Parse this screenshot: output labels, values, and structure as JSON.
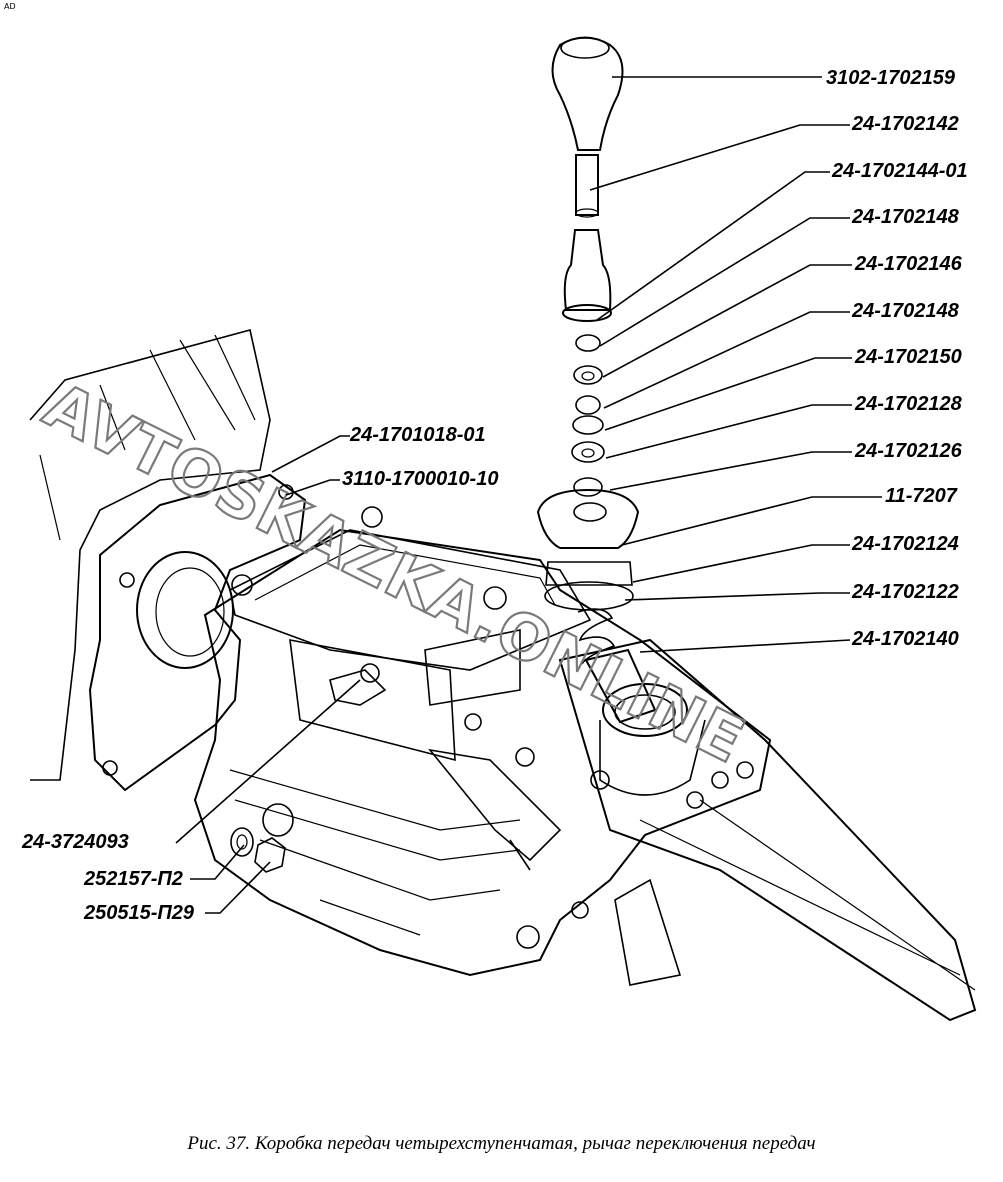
{
  "corner_mark": "AD",
  "watermark": "AVTOSKAZKA.ONLINE",
  "caption": "Рис. 37. Коробка передач четырехступенчатая, рычаг переключения передач",
  "labels": {
    "p3102_1702159": "3102-1702159",
    "p24_1702142": "24-1702142",
    "p24_1702144_01": "24-1702144-01",
    "p24_1702148_a": "24-1702148",
    "p24_1702146": "24-1702146",
    "p24_1702148_b": "24-1702148",
    "p24_1702150": "24-1702150",
    "p24_1702128": "24-1702128",
    "p24_1702126": "24-1702126",
    "p11_7207": "11-7207",
    "p24_1702124": "24-1702124",
    "p24_1702122": "24-1702122",
    "p24_1702140": "24-1702140",
    "p24_1701018_01": "24-1701018-01",
    "p3110_1700010_10": "3110-1700010-10",
    "p24_3724093": "24-3724093",
    "p252157_p2": "252157-П2",
    "p250515_p29": "250515-П29"
  }
}
